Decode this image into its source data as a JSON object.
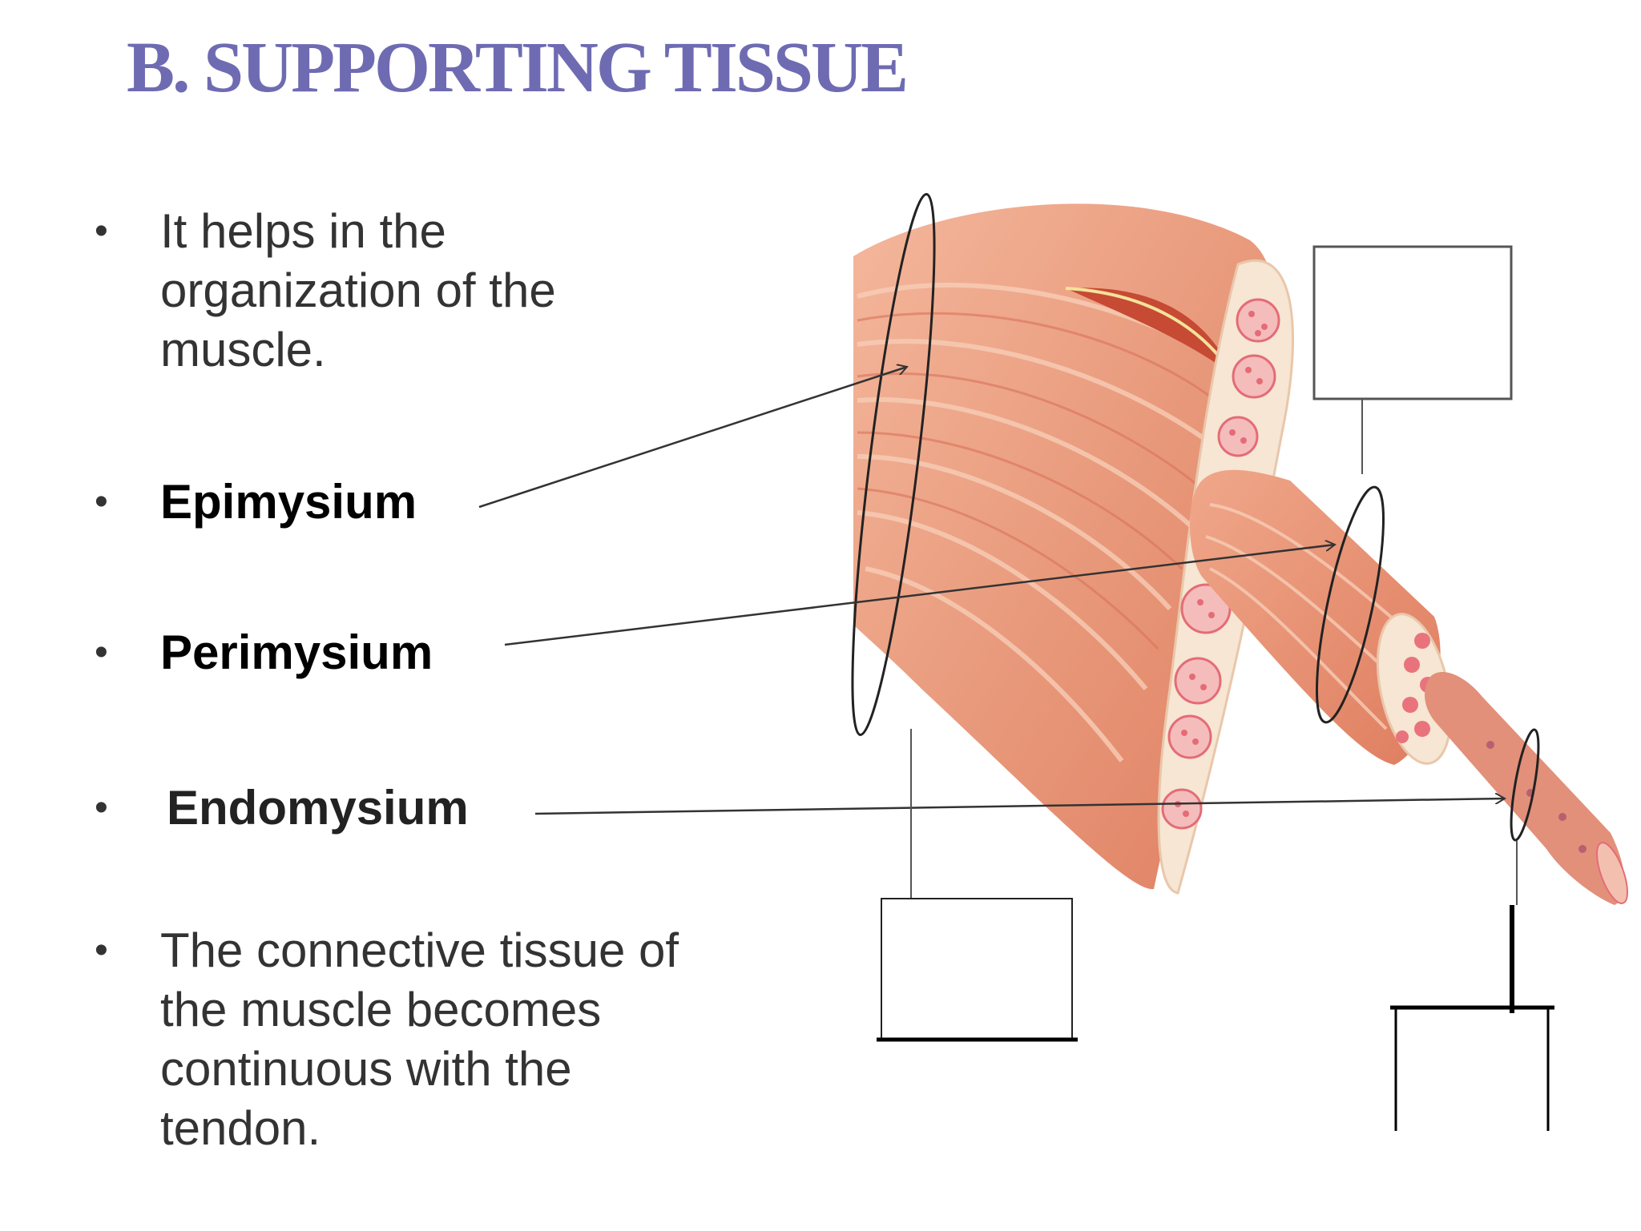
{
  "title": "B. SUPPORTING TISSUE",
  "bullets": [
    {
      "lines": [
        "It  helps in the",
        "organization  of the",
        "muscle."
      ]
    },
    {
      "lines": [
        "Epimysium"
      ]
    },
    {
      "lines": [
        "Perimysium"
      ]
    },
    {
      "lines": [
        "Endomysium"
      ]
    },
    {
      "lines": [
        "The connective  tissue of",
        "the muscle  becomes",
        "continuous  with the",
        "tendon."
      ]
    }
  ],
  "colors": {
    "title": "#6f6bb2",
    "muscle": "#e89373",
    "muscle_light": "#f4b79c",
    "fiber_pink": "#e9737c",
    "cross_section": "#f6e6d3"
  }
}
